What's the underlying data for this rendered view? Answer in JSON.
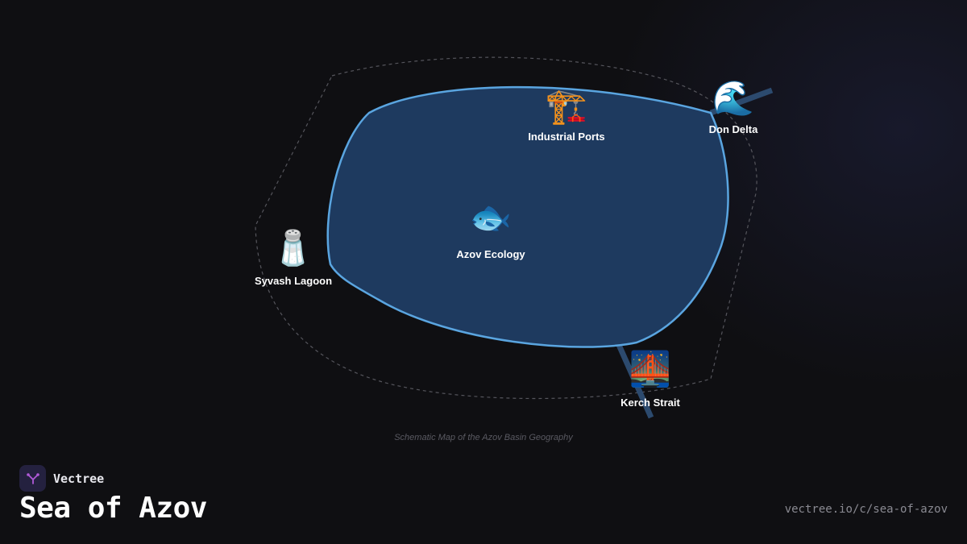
{
  "brand": {
    "name": "Vectree",
    "logo_icon": "tree-branch-icon",
    "accent_color": "#b05ad8"
  },
  "page": {
    "title": "Sea of Azov",
    "url": "vectree.io/c/sea-of-azov"
  },
  "map": {
    "caption": "Schematic Map of the Azov Basin Geography",
    "water_color": "#1e3a5f",
    "outline_color": "#5aa5e0",
    "locations": [
      {
        "id": "industrial-ports",
        "label": "Industrial Ports",
        "icon": "🏗️",
        "icon_name": "construction-crane-icon"
      },
      {
        "id": "don-delta",
        "label": "Don Delta",
        "icon": "🌊",
        "icon_name": "water-wave-icon"
      },
      {
        "id": "azov-ecology",
        "label": "Azov Ecology",
        "icon": "🐟",
        "icon_name": "fish-icon"
      },
      {
        "id": "syvash-lagoon",
        "label": "Syvash Lagoon",
        "icon": "🧂",
        "icon_name": "salt-shaker-icon"
      },
      {
        "id": "kerch-strait",
        "label": "Kerch Strait",
        "icon": "🌉",
        "icon_name": "bridge-icon"
      }
    ]
  }
}
